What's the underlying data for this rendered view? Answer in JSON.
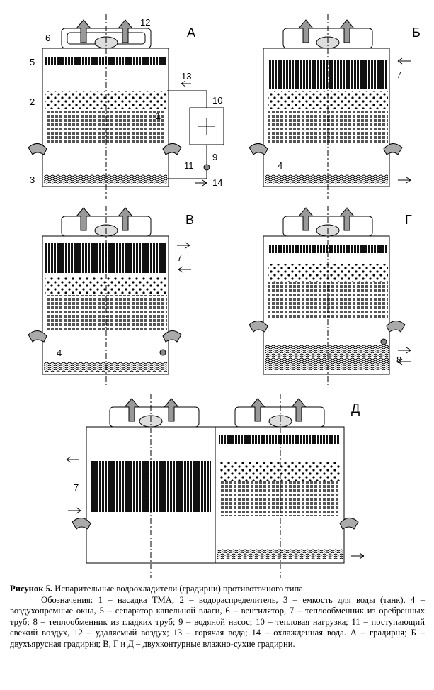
{
  "panels": {
    "A": {
      "letter": "А",
      "labels": {
        "l1": "1",
        "l2": "2",
        "l3": "3",
        "l5": "5",
        "l6": "6",
        "l9": "9",
        "l10": "10",
        "l11": "11",
        "l12": "12",
        "l13": "13",
        "l14": "14"
      }
    },
    "B": {
      "letter": "Б",
      "labels": {
        "l4": "4",
        "l7": "7"
      }
    },
    "V": {
      "letter": "В",
      "labels": {
        "l4": "4",
        "l7": "7"
      }
    },
    "G": {
      "letter": "Г",
      "labels": {
        "l8": "8"
      }
    },
    "D": {
      "letter": "Д",
      "labels": {
        "l7": "7"
      }
    }
  },
  "caption": {
    "title": "Рисунок 5.",
    "title_rest": " Испарительные водоохладители (градирни) противоточного типа.",
    "legend": "Обозначения: 1 – насадка ТМА; 2 – водораспределитель, 3 – емкость для воды (танк), 4 – воздухопремные окна, 5 – сепаратор капельной влаги, 6 – вентилятор, 7 – теплообменник из оребренных труб; 8 – теплообменник из гладких труб; 9 – водяной насос; 10 – тепловая нагрузка; 11 – поступающий свежий воздух, 12 – удаляемый воздух; 13 – горячая вода; 14 – охлажденная вода. А – градирня; Б – двухъярусная градирня; В, Г и Д – двухконтурные влажно-сухие градирни."
  }
}
